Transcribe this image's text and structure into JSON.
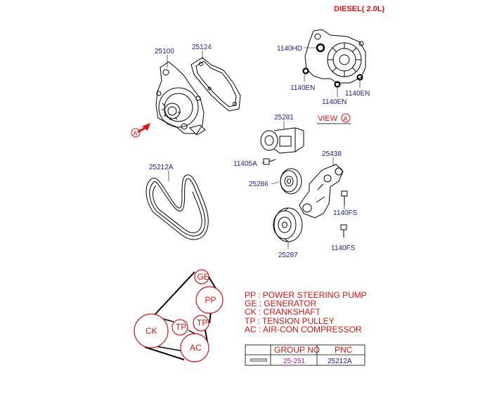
{
  "engine_title": "DIESEL( 2.0L)",
  "view_label": "VIEW",
  "view_marker": "A",
  "part_labels": {
    "p25100": "25100",
    "p25124": "25124",
    "p1140HD": "1140HD",
    "p1140EN_a": "1140EN",
    "p1140EN_b": "1140EN",
    "p1140EN_c": "1140EN",
    "p25281": "25281",
    "p11405A": "11405A",
    "p25438": "25438",
    "p25286": "25286",
    "p1140FS_a": "1140FS",
    "p1140FS_b": "1140FS",
    "p25212A": "25212A",
    "p25287": "25287"
  },
  "pulleys": {
    "ge": "GE",
    "pp": "PP",
    "tp1": "TP",
    "tp2": "TP",
    "ck": "CK",
    "ac": "AC"
  },
  "legend": [
    "PP : POWER STEERING PUMP",
    "GE : GENERATOR",
    "CK : CRANKSHAFT",
    "TP : TENSION PULLEY",
    "AC : AIR-CON COMPRESSOR"
  ],
  "table": {
    "headers": [
      "",
      "GROUP NO",
      "PNC"
    ],
    "row": [
      "",
      "25-251",
      "25212A"
    ]
  },
  "colors": {
    "label_blue": "#1a1a9a",
    "accent_red": "#e01010",
    "group_no_purple": "#a020c0"
  }
}
